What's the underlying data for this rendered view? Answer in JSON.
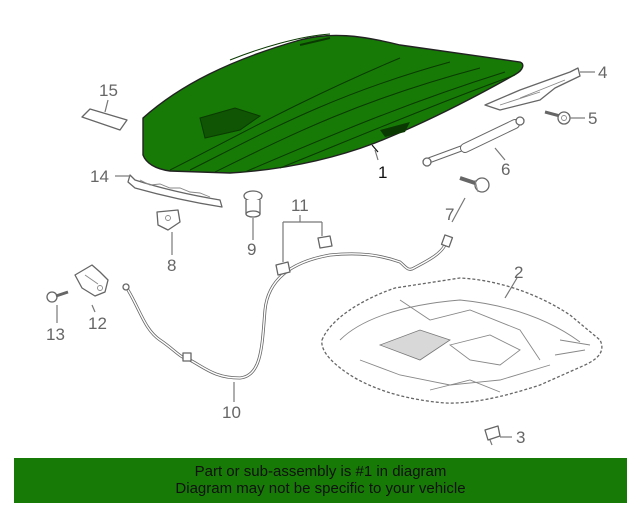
{
  "diagram": {
    "callouts": [
      {
        "id": "1",
        "label": "1",
        "highlighted": true
      },
      {
        "id": "2",
        "label": "2"
      },
      {
        "id": "3",
        "label": "3"
      },
      {
        "id": "4",
        "label": "4"
      },
      {
        "id": "5",
        "label": "5"
      },
      {
        "id": "6",
        "label": "6"
      },
      {
        "id": "7",
        "label": "7"
      },
      {
        "id": "8",
        "label": "8"
      },
      {
        "id": "9",
        "label": "9"
      },
      {
        "id": "10",
        "label": "10"
      },
      {
        "id": "11",
        "label": "11"
      },
      {
        "id": "12",
        "label": "12"
      },
      {
        "id": "13",
        "label": "13"
      },
      {
        "id": "14",
        "label": "14"
      },
      {
        "id": "15",
        "label": "15"
      }
    ],
    "colors": {
      "highlight_fill": "#177a06",
      "part_line": "#666666",
      "banner_bg": "#177a06"
    }
  },
  "banner": {
    "line1": "Part or sub-assembly is #1 in diagram",
    "line2": "Diagram may not be specific to your vehicle"
  }
}
